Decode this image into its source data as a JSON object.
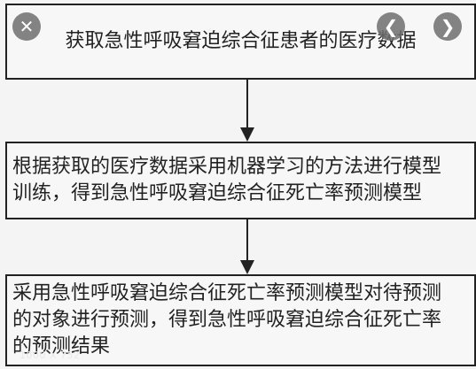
{
  "steps": [
    {
      "text": "获取急性呼吸窘迫综合征患者的医疗数据"
    },
    {
      "text": "根据获取的医疗数据采用机器学习的方法进行模型\n训练，得到急性呼吸窘迫综合征死亡率预测模型"
    },
    {
      "text": "采用急性呼吸窘迫综合征死亡率预测模型对待预测\n的对象进行预测，得到急性呼吸窘迫综合征死亡率\n的预测结果"
    }
  ],
  "viewer": {
    "close_icon": "close-icon",
    "prev_icon": "chevron-left-icon",
    "next_icon": "chevron-right-icon",
    "dimensions": "1000 X 752"
  }
}
